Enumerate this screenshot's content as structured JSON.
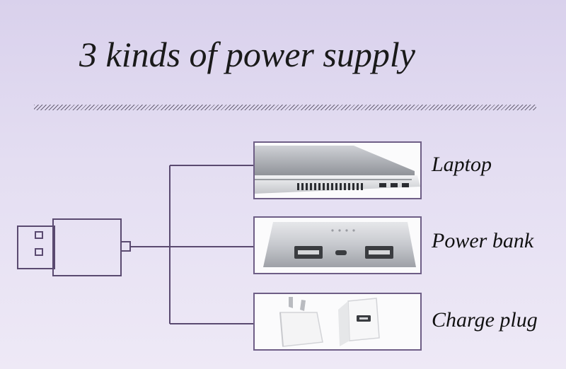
{
  "title": "3 kinds of power supply",
  "outputs": [
    {
      "label": "Laptop"
    },
    {
      "label": "Power bank"
    },
    {
      "label": "Charge plug"
    }
  ],
  "icons": {
    "source": "usb-plug-icon",
    "laptop": "laptop-icon",
    "power_bank": "power-bank-icon",
    "charger": "charge-plug-icon"
  },
  "colors": {
    "line": "#5a4a70",
    "panel_border": "#6e5e86",
    "background": "#e4def2"
  }
}
